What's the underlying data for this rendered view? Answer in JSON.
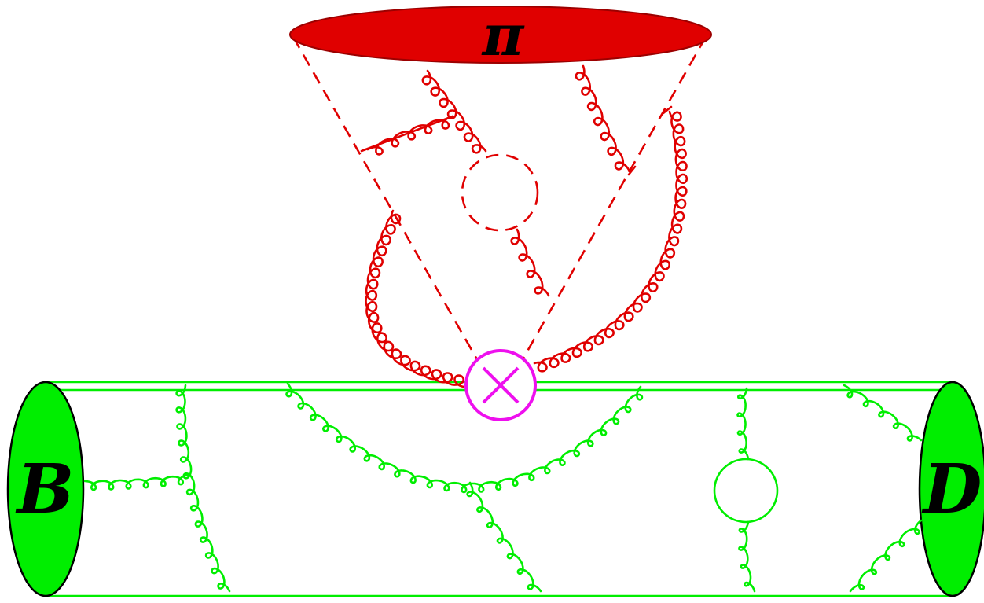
{
  "diagram": {
    "pion_label": "π",
    "b_meson_label": "B",
    "d_meson_label": "D",
    "vertex_symbol": "⊗"
  },
  "colors": {
    "pion_fill": "#e00000",
    "pion_dark": "#9c0000",
    "heavy_green": "#00ee00",
    "vertex_magenta": "#ee10ee",
    "label": "#000000"
  }
}
